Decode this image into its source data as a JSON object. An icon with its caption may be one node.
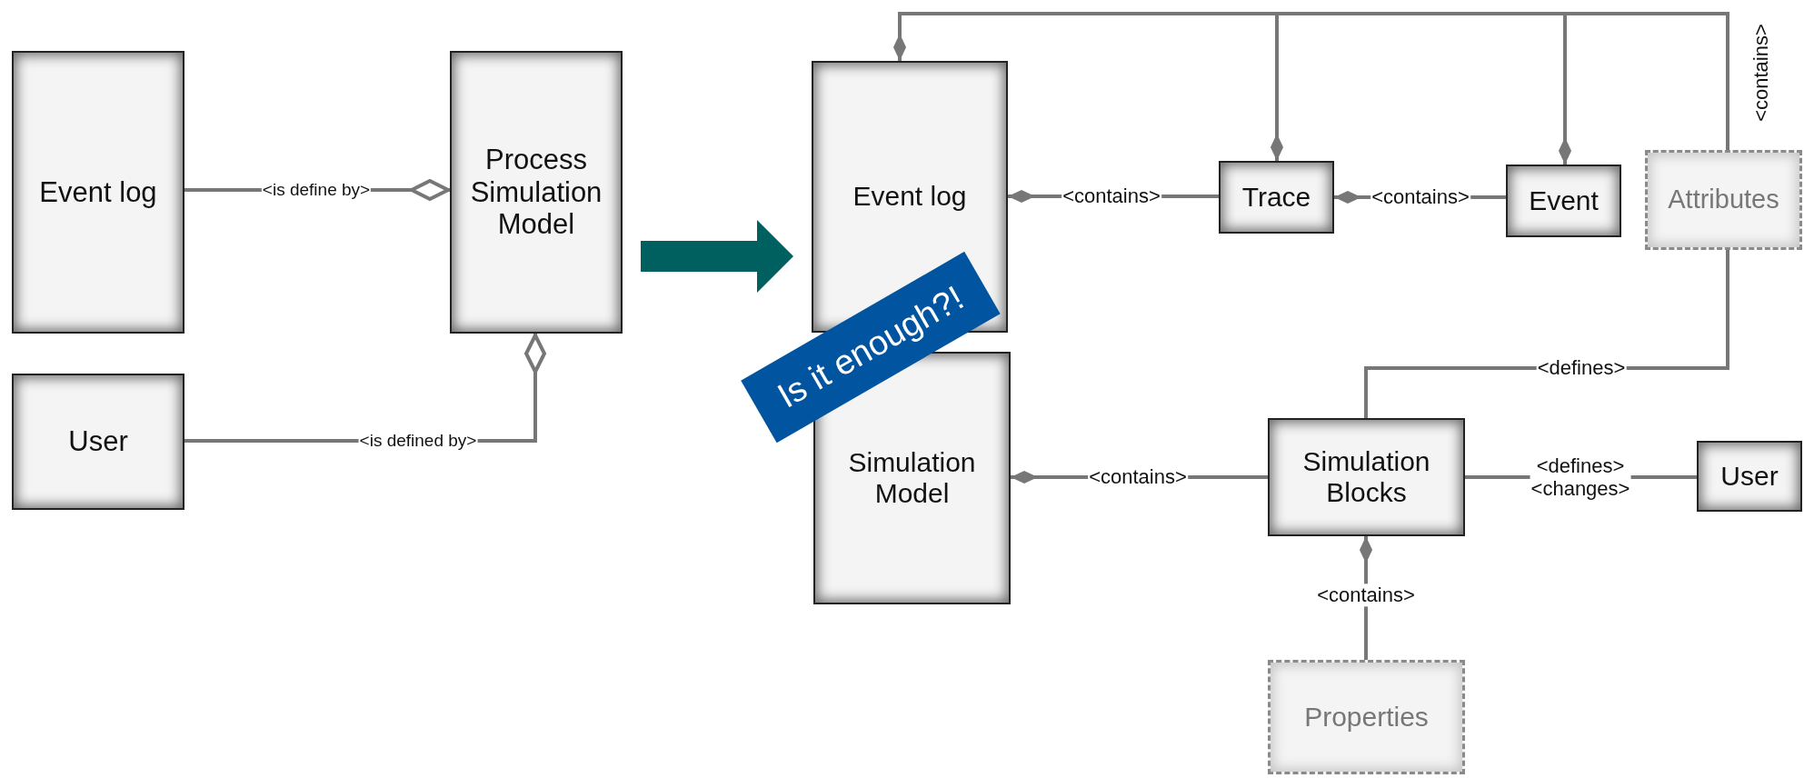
{
  "diagram": {
    "nodes": [
      {
        "text": [
          "Event log"
        ]
      },
      {
        "text": [
          "Process Simulation Model"
        ]
      },
      {
        "text": [
          "User"
        ]
      },
      {
        "text": [
          "Event log"
        ]
      },
      {
        "text": [
          "Simulation Model"
        ]
      },
      {
        "text": [
          "Trace"
        ]
      },
      {
        "text": [
          "Event"
        ]
      },
      {
        "text": [
          "Attributes"
        ]
      },
      {
        "text": [
          "Simulation Blocks"
        ]
      },
      {
        "text": [
          "User"
        ]
      },
      {
        "text": [
          "Properties"
        ]
      }
    ],
    "edges": [
      {
        "from": 1,
        "to": 0,
        "arrow": "other",
        "label": "<is define by>"
      },
      {
        "from": 1,
        "to": 2,
        "arrow": "other",
        "label": "<is defined by>"
      },
      {
        "from": 1,
        "to": 3,
        "arrow": "to",
        "style": "thick",
        "color": "#005f5f"
      },
      {
        "from": 3,
        "to": 5,
        "arrow": "other",
        "label": "<contains>"
      },
      {
        "from": 5,
        "to": 6,
        "arrow": "other",
        "label": "<contains>"
      },
      {
        "from": 3,
        "to": 7,
        "arrow": "other",
        "label": "<contains>"
      },
      {
        "from": 5,
        "to": 7,
        "arrow": "other"
      },
      {
        "from": 6,
        "to": 7,
        "arrow": "other"
      },
      {
        "from": 7,
        "to": 8,
        "arrow": "none",
        "label": "<defines>"
      },
      {
        "from": 4,
        "to": 8,
        "arrow": "other",
        "label": "<contains>"
      },
      {
        "from": 8,
        "to": 9,
        "arrow": "none",
        "label": "<defines> <changes>"
      },
      {
        "from": 8,
        "to": 10,
        "arrow": "other",
        "label": "<contains>"
      }
    ],
    "labels": [
      "Is it enough?!"
    ]
  }
}
